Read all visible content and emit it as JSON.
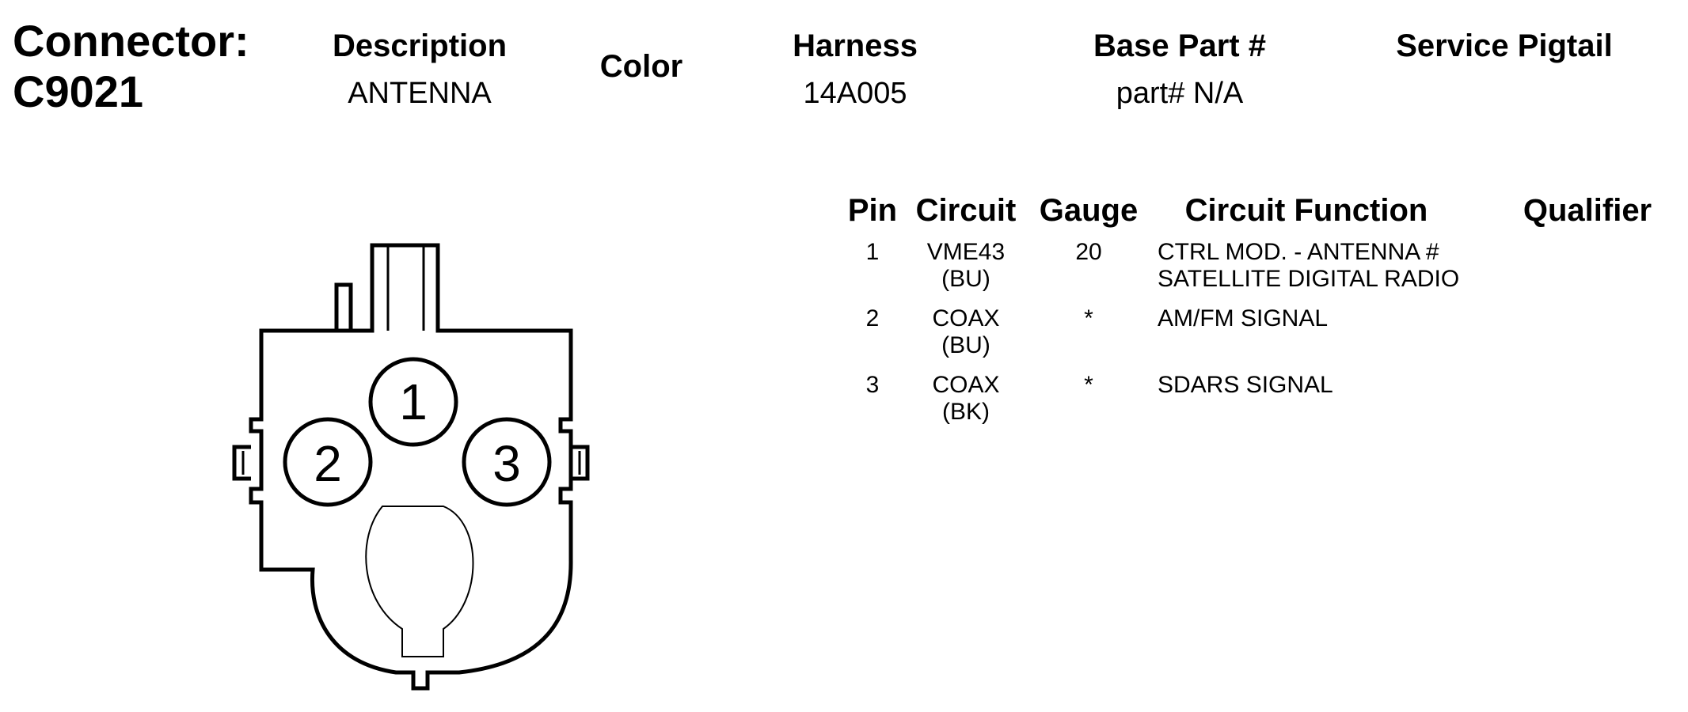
{
  "connector": {
    "label": "Connector:",
    "id": "C9021"
  },
  "header": {
    "description_label": "Description",
    "description_value": "ANTENNA",
    "color_label": "Color",
    "harness_label": "Harness",
    "harness_value": "14A005",
    "base_part_label": "Base Part #",
    "base_part_value": "part# N/A",
    "service_pigtail_label": "Service Pigtail"
  },
  "table": {
    "columns": [
      "Pin",
      "Circuit",
      "Gauge",
      "Circuit Function",
      "Qualifier"
    ],
    "rows": [
      {
        "pin": "1",
        "circuit_line1": "VME43",
        "circuit_line2": "(BU)",
        "gauge": "20",
        "function_line1": "CTRL MOD. - ANTENNA #",
        "function_line2": "SATELLITE DIGITAL RADIO",
        "qualifier": ""
      },
      {
        "pin": "2",
        "circuit_line1": "COAX",
        "circuit_line2": "(BU)",
        "gauge": "*",
        "function_line1": "AM/FM SIGNAL",
        "function_line2": "",
        "qualifier": ""
      },
      {
        "pin": "3",
        "circuit_line1": "COAX",
        "circuit_line2": "(BK)",
        "gauge": "*",
        "function_line1": "SDARS SIGNAL",
        "function_line2": "",
        "qualifier": ""
      }
    ]
  },
  "diagram": {
    "pins": [
      {
        "label": "1"
      },
      {
        "label": "2"
      },
      {
        "label": "3"
      }
    ]
  }
}
